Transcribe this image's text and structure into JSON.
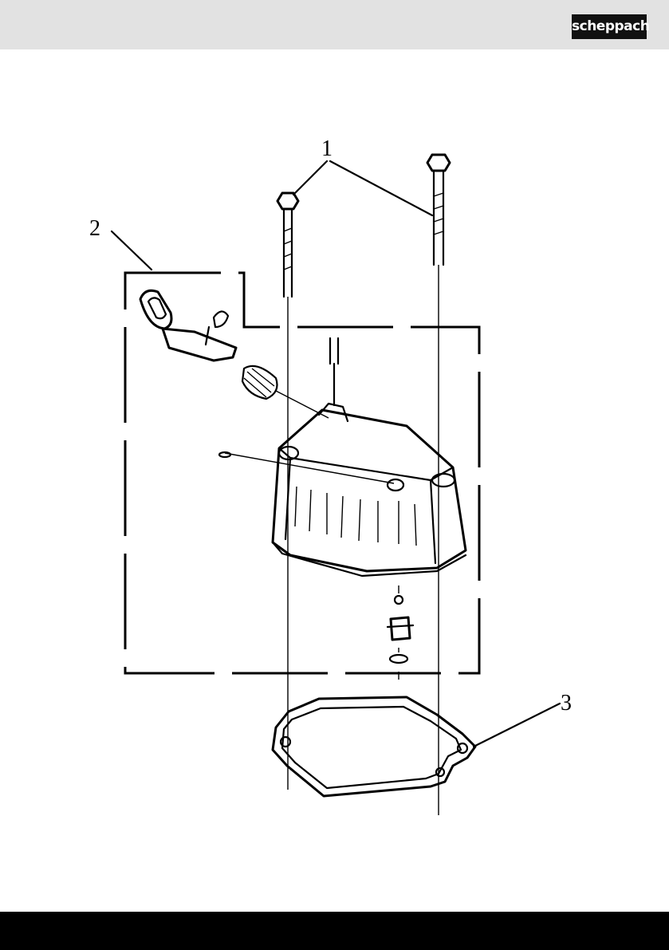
{
  "header": {
    "brand": "scheppach"
  },
  "diagram": {
    "callouts": [
      {
        "id": "1",
        "label": "1"
      },
      {
        "id": "2",
        "label": "2"
      },
      {
        "id": "3",
        "label": "3"
      }
    ]
  }
}
